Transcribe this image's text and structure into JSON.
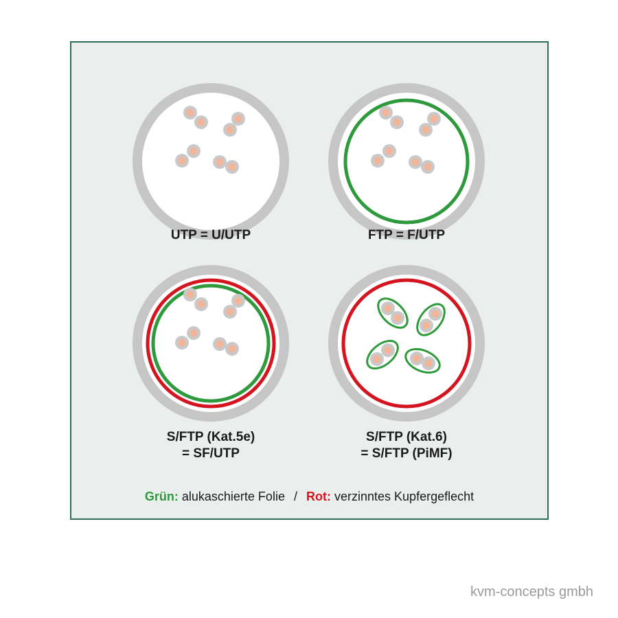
{
  "cables": [
    {
      "id": "utp",
      "label_lines": [
        "UTP = U/UTP"
      ],
      "overall_foil": false,
      "braid": false,
      "pair_foil": false
    },
    {
      "id": "ftp",
      "label_lines": [
        "FTP = F/UTP"
      ],
      "overall_foil": true,
      "braid": false,
      "pair_foil": false
    },
    {
      "id": "sftp-5e",
      "label_lines": [
        "S/FTP (Kat.5e)",
        "= SF/UTP"
      ],
      "overall_foil": true,
      "braid": true,
      "pair_foil": false
    },
    {
      "id": "sftp-6",
      "label_lines": [
        "S/FTP (Kat.6)",
        "= S/FTP (PiMF)"
      ],
      "overall_foil": false,
      "braid": true,
      "pair_foil": true
    }
  ],
  "legend": {
    "green_label": "Grün:",
    "green_text": "alukaschierte Folie",
    "separator": "/",
    "red_label": "Rot:",
    "red_text": "verzinntes Kupfergeflecht"
  },
  "watermark": "kvm-concepts gmbh",
  "colors": {
    "jacket": "#c6c6c6",
    "inner": "#ffffff",
    "foil_green": "#2e9a3c",
    "braid_red": "#d4141f",
    "conductor_ring": "#c9c9c9",
    "conductor_core": "#f3b59a"
  }
}
